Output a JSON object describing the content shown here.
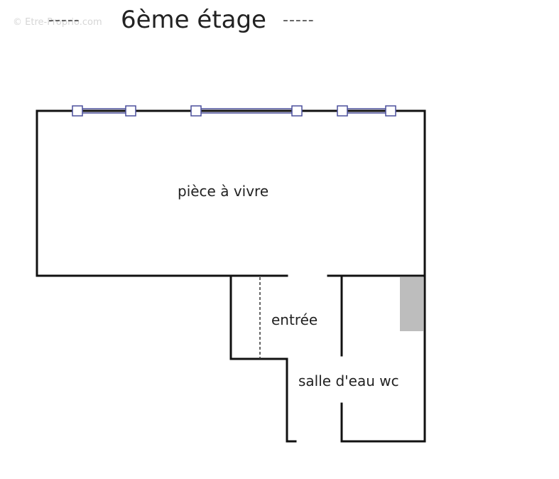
{
  "watermark": "© Etre-Proprio.com",
  "header": {
    "title": "6ème étage",
    "dash_left": "-----",
    "dash_right": "-----"
  },
  "rooms": {
    "living": "pièce à vivre",
    "entrance": "entrée",
    "bathroom": "salle d'eau wc"
  },
  "colors": {
    "wall": "#111111",
    "window": "#4a4f9c",
    "fixture": "#bdbdbd"
  }
}
